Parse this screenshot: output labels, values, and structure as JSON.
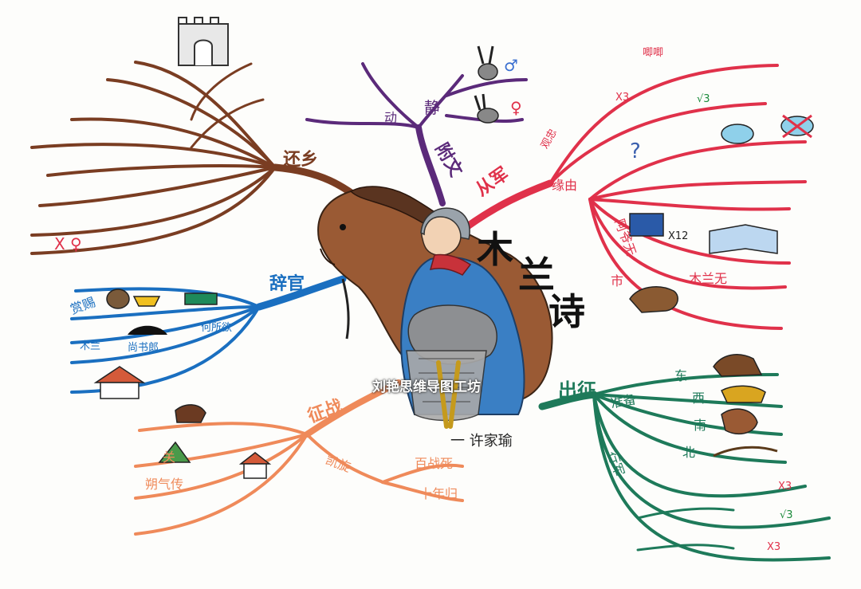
{
  "title": {
    "c1": "木",
    "c2": "兰",
    "c3": "诗"
  },
  "author": "一 许家瑜",
  "watermark": "刘艳思维导图工坊",
  "colors": {
    "brown": "#7a3d22",
    "purple": "#5b2a7a",
    "red": "#e0314a",
    "blue": "#1a6fc0",
    "orange": "#ef8a5a",
    "green": "#1e7a5a"
  },
  "branches": {
    "huanxiang": {
      "label": "还乡",
      "female": "X ♀"
    },
    "fuwen": {
      "label": "附文",
      "dong": "动",
      "jing": "静",
      "male": "♂",
      "female": "♀"
    },
    "congjun": {
      "label": "从军",
      "sub1": "观忠",
      "sub2": "缘由",
      "x3": "X3",
      "check3": "√3",
      "jiji": "唧唧",
      "ayewunan": "阿爷无",
      "mulanwu": "木兰无",
      "shi": "市",
      "x12": "X12"
    },
    "ciguan": {
      "label": "辞官",
      "shangci": "赏赐",
      "mulan": "木兰",
      "shangshulang": "尚书郎",
      "hesuoyu": "何所欲"
    },
    "zhengzhan": {
      "label": "征战",
      "guan": "关",
      "shuoqichuan": "朔气传",
      "kaixuan": "凯旋",
      "baizhansi": "百战死",
      "shiniangui": "十年归"
    },
    "chuzheng": {
      "label": "出征",
      "zhunbei": "准备",
      "dong": "东",
      "xi": "西",
      "nan": "南",
      "bei": "北",
      "xingjun": "行军",
      "x3a": "X3",
      "check3": "√3",
      "x3b": "X3"
    }
  }
}
